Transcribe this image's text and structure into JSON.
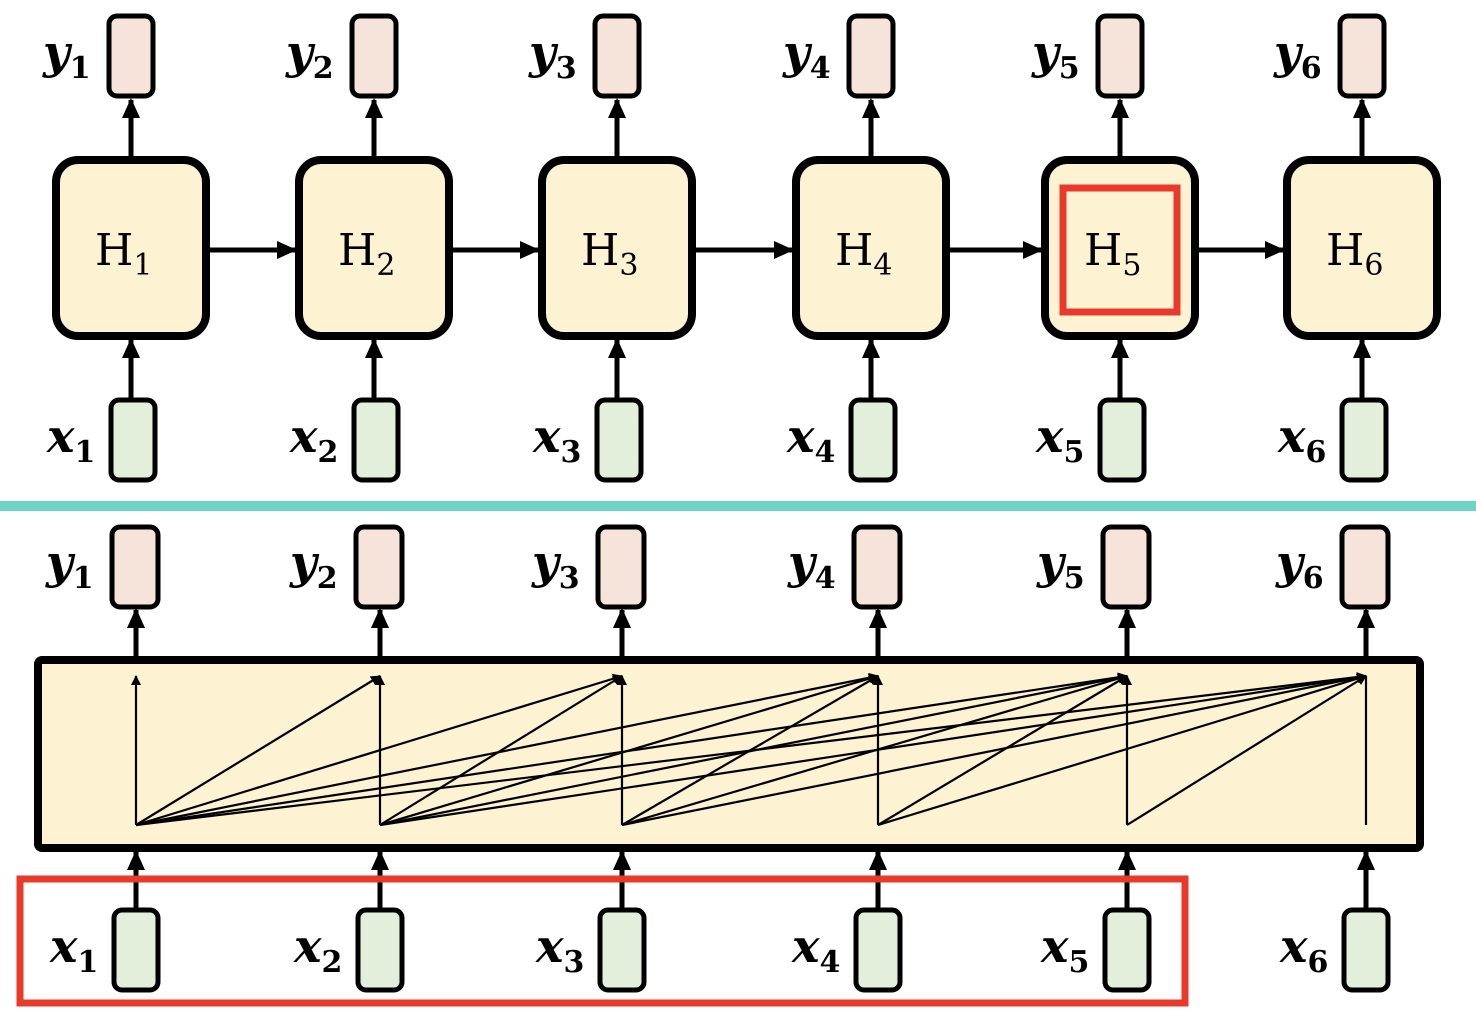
{
  "colors": {
    "hidden_fill": "#fdf2d2",
    "output_fill": "#f6e4da",
    "input_fill": "#e3eedb",
    "stroke": "#000000",
    "highlight": "#e8392b",
    "divider": "#6fd3c6"
  },
  "top_section": {
    "steps": [
      {
        "output": "y",
        "output_sub": "1",
        "hidden": "H",
        "hidden_sub": "1",
        "input": "x",
        "input_sub": "1"
      },
      {
        "output": "y",
        "output_sub": "2",
        "hidden": "H",
        "hidden_sub": "2",
        "input": "x",
        "input_sub": "2"
      },
      {
        "output": "y",
        "output_sub": "3",
        "hidden": "H",
        "hidden_sub": "3",
        "input": "x",
        "input_sub": "3"
      },
      {
        "output": "y",
        "output_sub": "4",
        "hidden": "H",
        "hidden_sub": "4",
        "input": "x",
        "input_sub": "4"
      },
      {
        "output": "y",
        "output_sub": "5",
        "hidden": "H",
        "hidden_sub": "5",
        "input": "x",
        "input_sub": "5"
      },
      {
        "output": "y",
        "output_sub": "6",
        "hidden": "H",
        "hidden_sub": "6",
        "input": "x",
        "input_sub": "6"
      }
    ],
    "highlighted_step": 5
  },
  "bottom_section": {
    "steps": [
      {
        "output": "y",
        "output_sub": "1",
        "input": "x",
        "input_sub": "1"
      },
      {
        "output": "y",
        "output_sub": "2",
        "input": "x",
        "input_sub": "2"
      },
      {
        "output": "y",
        "output_sub": "3",
        "input": "x",
        "input_sub": "3"
      },
      {
        "output": "y",
        "output_sub": "4",
        "input": "x",
        "input_sub": "4"
      },
      {
        "output": "y",
        "output_sub": "5",
        "input": "x",
        "input_sub": "5"
      },
      {
        "output": "y",
        "output_sub": "6",
        "input": "x",
        "input_sub": "6"
      }
    ],
    "highlighted_inputs": 5
  }
}
